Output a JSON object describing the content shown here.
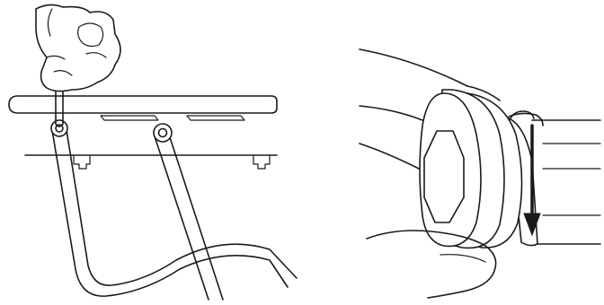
{
  "figure": {
    "panels": [
      {
        "name": "hook-insertion-panel"
      },
      {
        "name": "pull-down-panel"
      }
    ],
    "arrow_direction": "down"
  }
}
